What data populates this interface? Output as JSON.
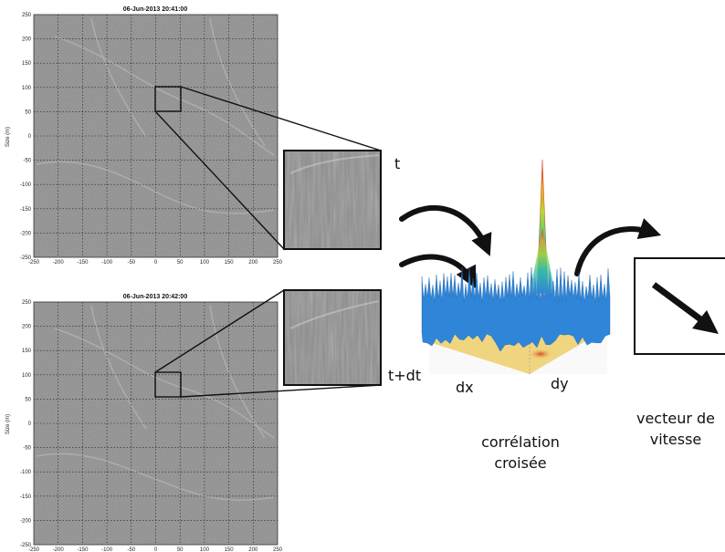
{
  "top_plot": {
    "title": "06-Jun-2013 20:41:00",
    "ylabel": "Size (m)",
    "xticks": [
      "-250",
      "-200",
      "-150",
      "-100",
      "-50",
      "0",
      "50",
      "100",
      "150",
      "200",
      "250"
    ],
    "yticks": [
      "250",
      "200",
      "150",
      "100",
      "50",
      "0",
      "-50",
      "-100",
      "-150",
      "-200",
      "-250"
    ]
  },
  "bottom_plot": {
    "title": "06-Jun-2013 20:42:00",
    "ylabel": "Size (m)",
    "xticks": [
      "-250",
      "-200",
      "-150",
      "-100",
      "-50",
      "0",
      "50",
      "100",
      "150",
      "200",
      "250"
    ],
    "yticks": [
      "250",
      "200",
      "150",
      "100",
      "50",
      "0",
      "-50",
      "-100",
      "-150",
      "-200",
      "-250"
    ]
  },
  "labels": {
    "t": "t",
    "t_dt": "t+dt",
    "dx": "dx",
    "dy": "dy",
    "correlation_line1": "corrélation",
    "correlation_line2": "croisée",
    "vector_line1": "vecteur de",
    "vector_line2": "vitesse"
  },
  "colors": {
    "image_gray": "#8f8f8f",
    "peak_red": "#d42a1e",
    "surface_blue": "#2f86d8",
    "floor_yellow": "#f5d77a",
    "arrow": "#111111"
  }
}
